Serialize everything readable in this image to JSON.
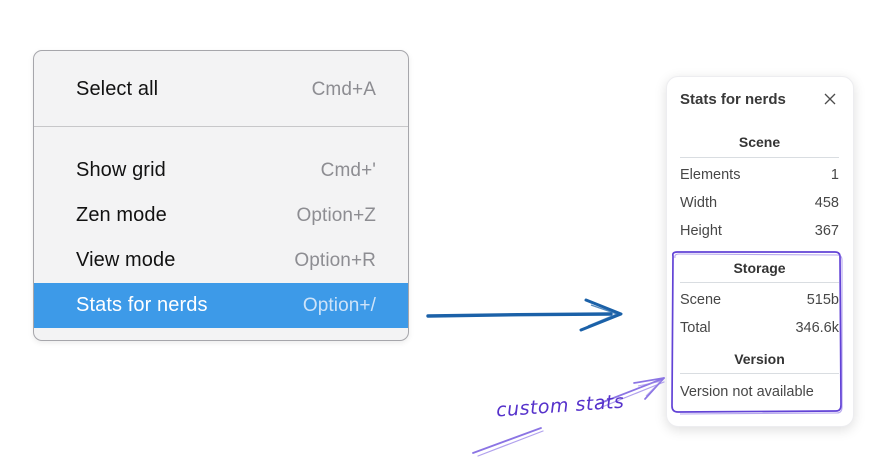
{
  "context_menu": {
    "highlight_color": "#3d9ae8",
    "groups": [
      {
        "items": [
          {
            "label": "Select all",
            "shortcut": "Cmd+A",
            "selected": false
          }
        ]
      },
      {
        "items": [
          {
            "label": "Show grid",
            "shortcut": "Cmd+'",
            "selected": false
          },
          {
            "label": "Zen mode",
            "shortcut": "Option+Z",
            "selected": false
          },
          {
            "label": "View mode",
            "shortcut": "Option+R",
            "selected": false
          },
          {
            "label": "Stats for nerds",
            "shortcut": "Option+/",
            "selected": true
          }
        ]
      }
    ]
  },
  "stats_panel": {
    "title": "Stats for nerds",
    "close_icon": "x-close",
    "sections": [
      {
        "heading": "Scene",
        "rows": [
          {
            "label": "Elements",
            "value": "1"
          },
          {
            "label": "Width",
            "value": "458"
          },
          {
            "label": "Height",
            "value": "367"
          }
        ]
      },
      {
        "heading": "Storage",
        "rows": [
          {
            "label": "Scene",
            "value": "515b"
          },
          {
            "label": "Total",
            "value": "346.6k"
          }
        ]
      },
      {
        "heading": "Version",
        "rows": [],
        "note": "Version not available"
      }
    ]
  },
  "annotations": {
    "custom_stats_label": "custom stats",
    "annotation_text_color": "#5632cb",
    "annotation_arrow_color": "#8b74e4",
    "highlight_box_color": "#6243d6",
    "flow_arrow_color": "#1b61a8"
  }
}
